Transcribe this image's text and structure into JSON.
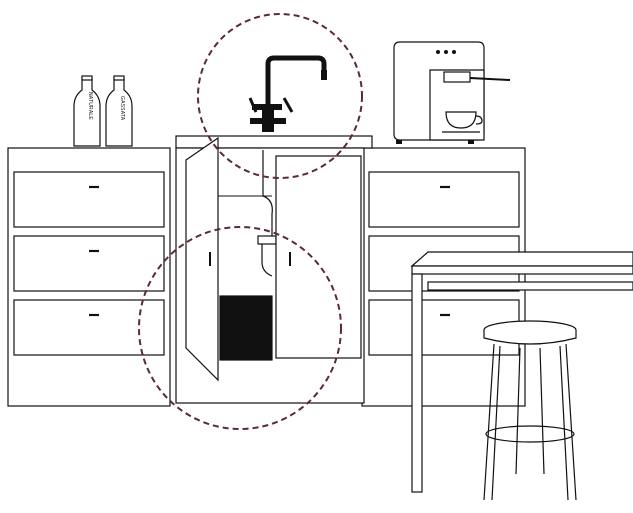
{
  "illustration": {
    "subject": "kitchen-sink-water-system",
    "colors": {
      "line": "#111111",
      "fill": "#ffffff",
      "unit": "#111111",
      "highlight_circle": "#5a2a36",
      "background": "#ffffff"
    },
    "bottles": [
      {
        "label": "NATURALE"
      },
      {
        "label": "GASSATA"
      }
    ],
    "icons": [
      "tap-icon",
      "coffee-machine-icon",
      "stool-icon",
      "table-icon",
      "bottle-icon",
      "filter-unit-icon"
    ]
  }
}
